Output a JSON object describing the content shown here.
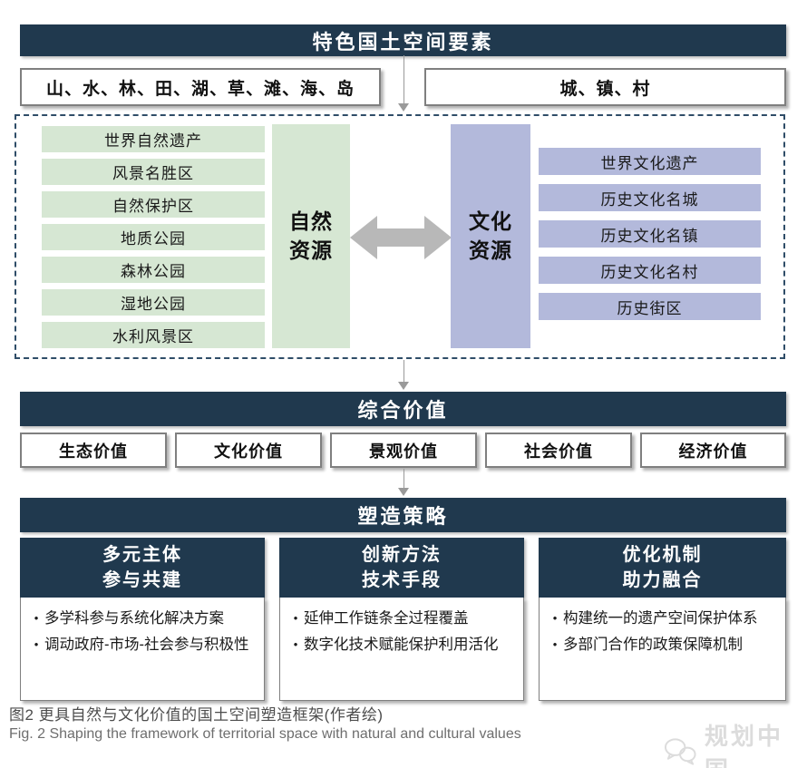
{
  "top": {
    "title": "特色国土空间要素",
    "natural_elements": "山、水、林、田、湖、草、滩、海、岛",
    "built_elements": "城、镇、村"
  },
  "resources": {
    "natural_label_line1": "自然",
    "natural_label_line2": "资源",
    "cultural_label_line1": "文化",
    "cultural_label_line2": "资源",
    "natural_items": [
      "世界自然遗产",
      "风景名胜区",
      "自然保护区",
      "地质公园",
      "森林公园",
      "湿地公园",
      "水利风景区"
    ],
    "cultural_items": [
      "世界文化遗产",
      "历史文化名城",
      "历史文化名镇",
      "历史文化名村",
      "历史街区"
    ]
  },
  "values": {
    "title": "综合价值",
    "items": [
      "生态价值",
      "文化价值",
      "景观价值",
      "社会价值",
      "经济价值"
    ]
  },
  "strategies": {
    "title": "塑造策略",
    "columns": [
      {
        "line1": "多元主体",
        "line2": "参与共建",
        "bullets": [
          "多学科参与系统化解决方案",
          "调动政府-市场-社会参与积极性"
        ]
      },
      {
        "line1": "创新方法",
        "line2": "技术手段",
        "bullets": [
          "延伸工作链条全过程覆盖",
          "数字化技术赋能保护利用活化"
        ]
      },
      {
        "line1": "优化机制",
        "line2": "助力融合",
        "bullets": [
          "构建统一的遗产空间保护体系",
          "多部门合作的政策保障机制"
        ]
      }
    ]
  },
  "caption": {
    "zh": "图2  更具自然与文化价值的国土空间塑造框架(作者绘)",
    "en": "Fig. 2  Shaping the framework of territorial space with natural and cultural values"
  },
  "watermark": "规划中国",
  "colors": {
    "navy": "#20394e",
    "green": "#d6e7d3",
    "purple": "#b3b9db",
    "arrow_gray": "#b8b8b8",
    "box_border": "#7f7f7f",
    "dashed_border": "#2f4d68"
  }
}
